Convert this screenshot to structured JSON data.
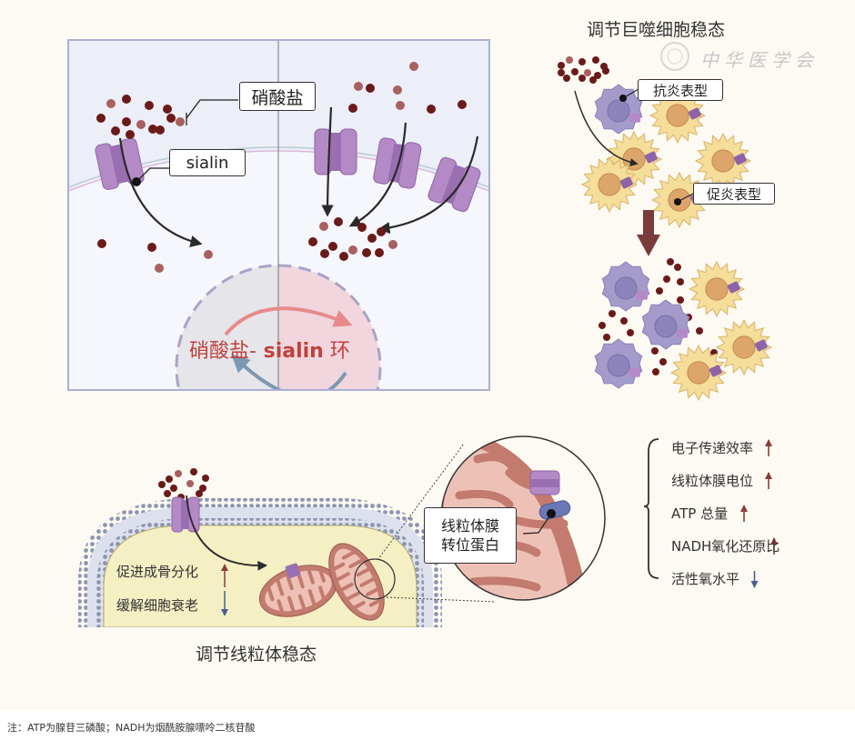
{
  "colors": {
    "background": "#fdfaf3",
    "panel_left_bg": "#eceef8",
    "panel_right_bg": "#eef0f8",
    "cell_interior": "#f6f7fc",
    "nitrate_dark": "#6b1a1a",
    "nitrate_light": "#a86060",
    "sialin": "#b48ac6",
    "sialin_dark": "#8f63a8",
    "cycle_text": "#c0413c",
    "cycle_red_arrow": "#e88a8a",
    "cycle_blue_arrow": "#7d98b3",
    "macrophage_anti": "#a49bcb",
    "macrophage_pro": "#f5dd9a",
    "macrophage_pro_nucleus": "#dca66a",
    "down_arrow": "#7a3b3b",
    "up_arrow": "#8a3b3b",
    "down_arrow_blue": "#4a5f8f",
    "cytoplasm": "#f5efc4",
    "membrane": "#8d96b0",
    "mito_outer": "#c27b6e",
    "mito_inner": "#eec1b6"
  },
  "top_left_panel": {
    "nitrate_label": "硝酸盐",
    "sialin_label": "sialin",
    "cycle_label_cn": "硝酸盐-",
    "cycle_label_en": " sialin",
    "cycle_label_suffix": " 环"
  },
  "top_right_panel": {
    "title": "调节巨噬细胞稳态",
    "watermark": "中华医学会",
    "anti_inflammatory_label": "抗炎表型",
    "pro_inflammatory_label": "促炎表型"
  },
  "bottom_panel": {
    "title": "调节线粒体稳态",
    "effect_up": "促进成骨分化",
    "effect_down": "缓解细胞衰老",
    "mito_protein_label_line1": "线粒体膜",
    "mito_protein_label_line2": "转位蛋白"
  },
  "effects_list": [
    {
      "label": "电子传递效率",
      "direction": "up"
    },
    {
      "label": "线粒体膜电位",
      "direction": "up"
    },
    {
      "label": "ATP 总量",
      "direction": "up"
    },
    {
      "label": "NADH氧化还原比",
      "direction": "up"
    },
    {
      "label": "活性氧水平",
      "direction": "down"
    }
  ],
  "footnote": "注：ATP为腺苷三磷酸；NADH为烟酰胺腺嘌呤二核苷酸"
}
